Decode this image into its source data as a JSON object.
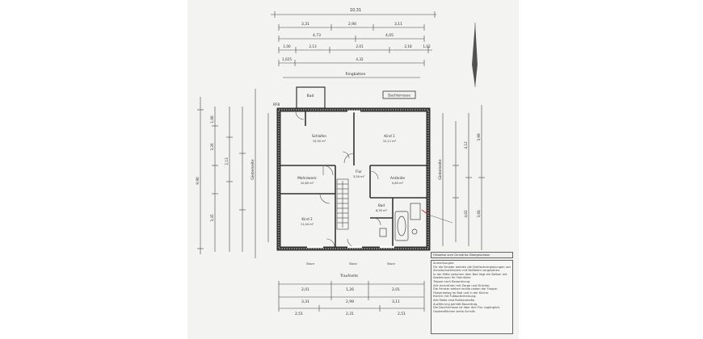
{
  "top_dims": {
    "overall": "10,31",
    "row1": [
      "3,31",
      "2,90",
      "3,11"
    ],
    "row2": [
      "4,73",
      "4,05"
    ],
    "row3": [
      "1,00",
      "2,13",
      "2,01",
      "2,18",
      "1,02"
    ],
    "row4": [
      "1,025",
      "4,32"
    ],
    "ring": "Ringbalken"
  },
  "rooms": {
    "schlafen": {
      "name": "Schlafen",
      "area": "15,92 m²"
    },
    "kind1": {
      "name": "Kind 1",
      "area": "12,11 m²"
    },
    "kind2": {
      "name": "Kind 2",
      "area": "11,44 m²"
    },
    "mehrzweck": {
      "name": "Mehrzweck",
      "area": "10,60 m²"
    },
    "ankleide": {
      "name": "Ankleide",
      "area": "4,63 m²"
    },
    "bad": {
      "name": "Bad",
      "area": "8,35 m²"
    },
    "flur": {
      "name": "Flur",
      "area": "3,54 m²"
    }
  },
  "labels": {
    "top_room": "Bad",
    "top_right": "Dachterrasse",
    "left_side": "Giebelseite",
    "right_side": "Giebelseite",
    "bottom_title": "Traufseite",
    "note_header": "Hinweise zum Grundriss Obergeschoss",
    "sturz": "Sturz",
    "rfb": "RFB"
  },
  "bottom_dims": {
    "row1": [
      "2,01",
      "1,26",
      "2,01"
    ],
    "row2": [
      "3,31",
      "2,99",
      "3,11"
    ],
    "row3": [
      "2,51",
      "2,31",
      "2,51"
    ]
  },
  "side_dims": {
    "left": [
      "1,00",
      "3,26",
      "2,13",
      "3,45",
      "9,90"
    ],
    "right": [
      "4,12",
      "3,99",
      "4,02",
      "3,60"
    ]
  },
  "notes": [
    "Anmerkungen:",
    "Für die Fenster werden die Dreifachverglasungen und",
    "Schallschutzfenster mit Rollläden vorgesehen.",
    "In der Mitte zwischen dem Bad liegt ein Balkon mit",
    "Abstellraum für Fahrräder.",
    "Treppe nach Bauordnung.",
    "Alle Innentüren mit Zarge und Drücker.",
    "Die Fenster stehen rechts neben der Treppe.",
    "Fliesenbelag im Bad und in der Küche.",
    "Estrich mit Fußbodenheizung.",
    "Alle Maße sind Rohbaumaße.",
    "Ausführung gemäß Bauantrag.",
    "Die Dachterrasse ist über den Flur zugänglich.",
    "Gaubenflächen siehe Schnitt."
  ]
}
